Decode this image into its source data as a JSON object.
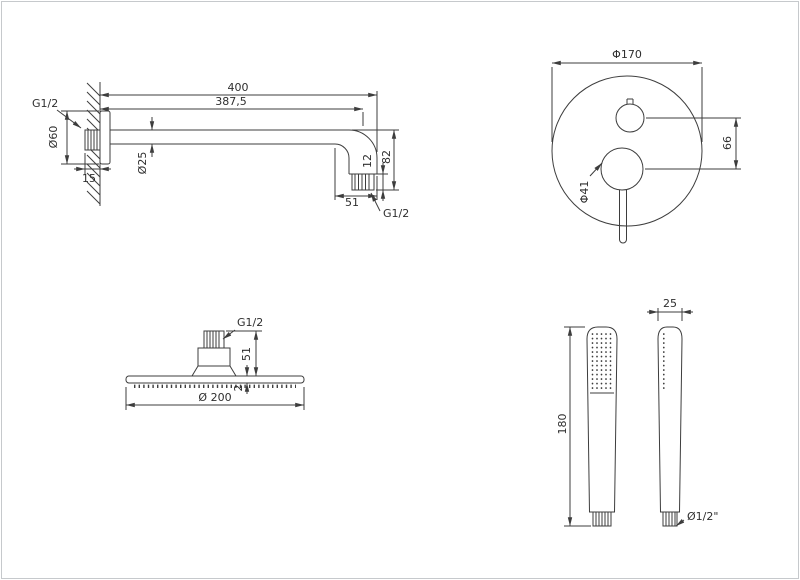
{
  "page": {
    "background": "#ffffff",
    "line_color": "#3d3d3d",
    "text_color": "#2e2e2e",
    "border_color": "#c6c9cc"
  },
  "shower_arm": {
    "thread_wall_label": "G1/2",
    "flange_diameter": "Ø60",
    "wall_thread_length": "15",
    "total_length": "400",
    "length_to_axis": "387,5",
    "tube_diameter": "Ø25",
    "drop_height": "82",
    "tip_thread_length": "12",
    "bend_width": "51",
    "thread_tip_label": "G1/2"
  },
  "mixer_plate": {
    "plate_diameter": "Φ170",
    "center_distance": "66",
    "handle_base_diameter": "Φ41"
  },
  "head_shower": {
    "thread_label": "G1/2",
    "connector_height": "51",
    "plate_thickness": "2",
    "plate_diameter": "Ø 200"
  },
  "hand_shower": {
    "head_width": "25",
    "body_length": "180",
    "thread_label": "Ø1/2\""
  }
}
